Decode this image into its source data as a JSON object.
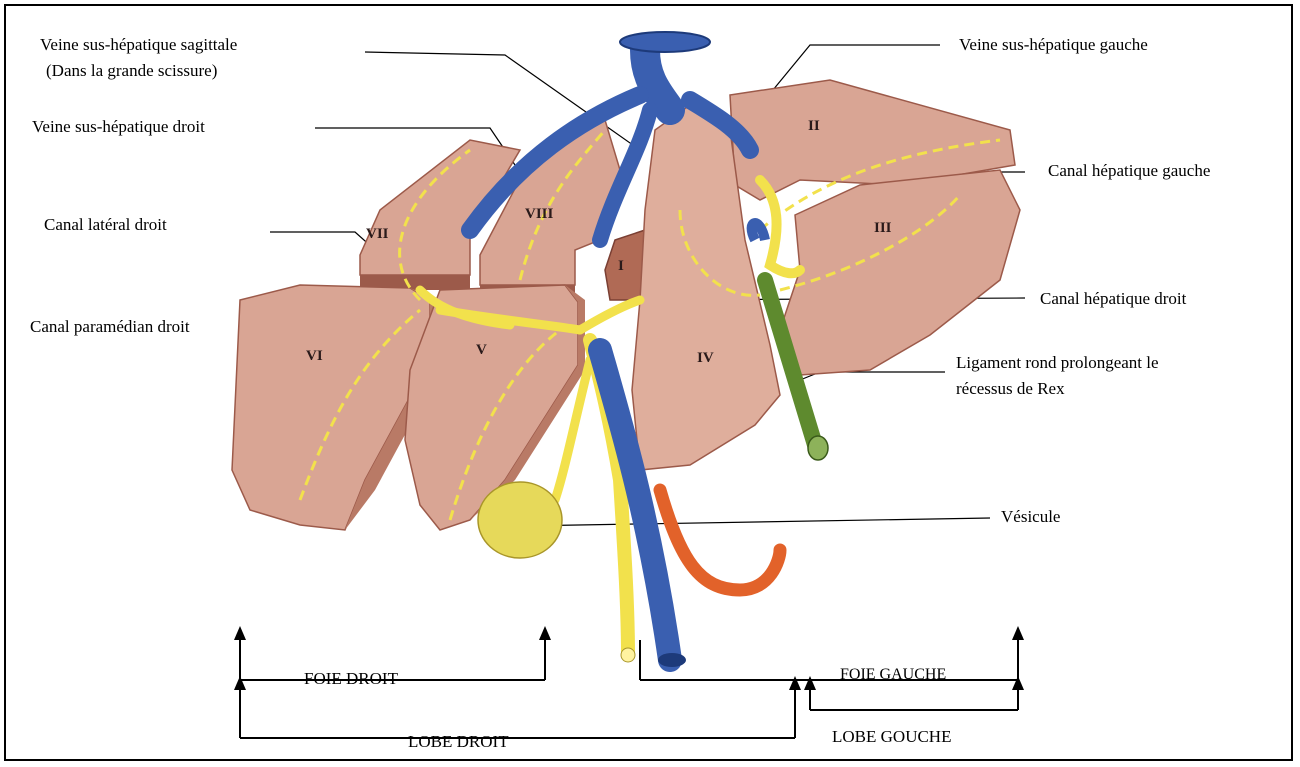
{
  "labels": {
    "veine_sagittale": "Veine sus-hépatique sagittale",
    "veine_sagittale_sub": "(Dans la grande scissure)",
    "veine_droit": "Veine sus-hépatique droit",
    "canal_lateral": "Canal latéral droit",
    "canal_paramedian": "Canal paramédian droit",
    "veine_gauche": "Veine sus-hépatique gauche",
    "canal_hep_gauche": "Canal hépatique gauche",
    "canal_hep_droit": "Canal hépatique droit",
    "ligament_l1": "Ligament rond prolongeant le",
    "ligament_l2": "récessus de Rex",
    "vesicule": "Vésicule"
  },
  "segments": [
    "I",
    "II",
    "III",
    "IV",
    "V",
    "VI",
    "VII",
    "VIII"
  ],
  "brackets": {
    "foie_droit": "FOIE DROIT",
    "foie_gauche": "FOIE GAUCHE",
    "lobe_droit": "LOBE DROIT",
    "lobe_gauche": "LOBE GOUCHE"
  },
  "colors": {
    "liver": "#d9a594",
    "liver_dark": "#9c5a4a",
    "vein": "#3a5fb0",
    "bile": "#f2e14c",
    "artery": "#e2622a",
    "ligament": "#5e8a2e"
  }
}
